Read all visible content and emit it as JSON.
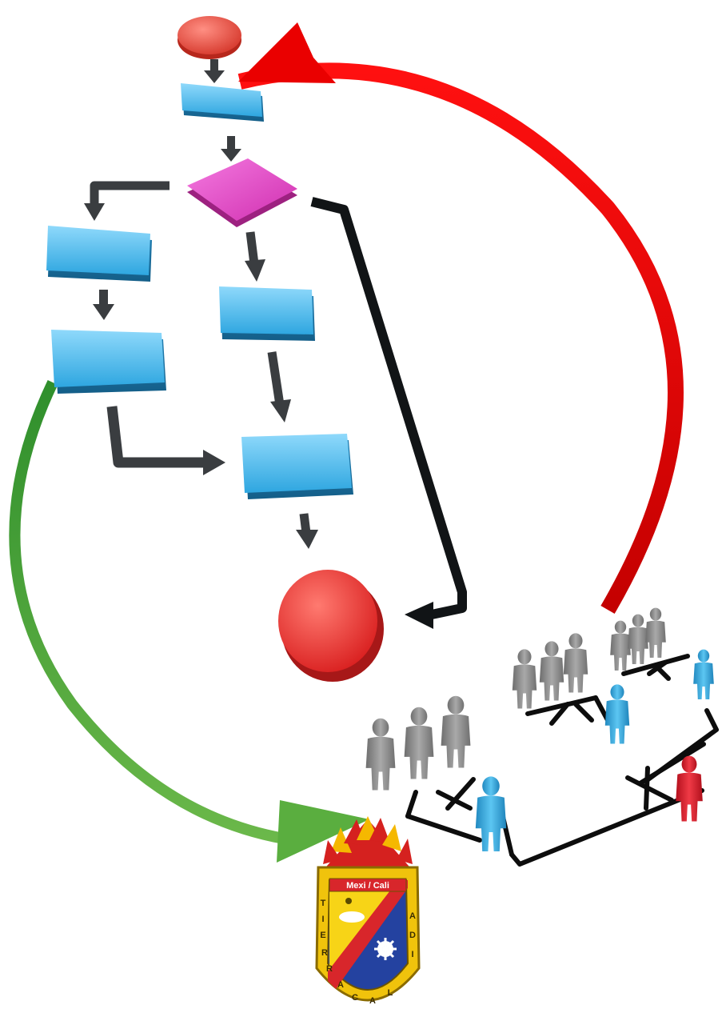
{
  "seal": {
    "banner_text": "Mexi / Cali",
    "side_letters_left": [
      "T",
      "I",
      "E"
    ],
    "bottom_letters": [
      "R",
      "R",
      "A",
      "C",
      "A"
    ],
    "side_letters_right": [
      "L",
      "I",
      "D",
      "A"
    ],
    "icon": "municipal-coat-of-arms"
  },
  "colors": {
    "box_blue": "#3fb3e8",
    "decision_pink": "#e43fc3",
    "terminal_red": "#e53935",
    "connector_dark": "#3b3f42",
    "feedback_red": "#e00000",
    "flow_green": "#4ea83a",
    "person_gray": "#8a8a8a",
    "person_blue": "#34a8dd",
    "person_red": "#e0202e",
    "seal_gold": "#e8c21a",
    "seal_blue": "#1a3c8f",
    "seal_red": "#d8262b"
  }
}
